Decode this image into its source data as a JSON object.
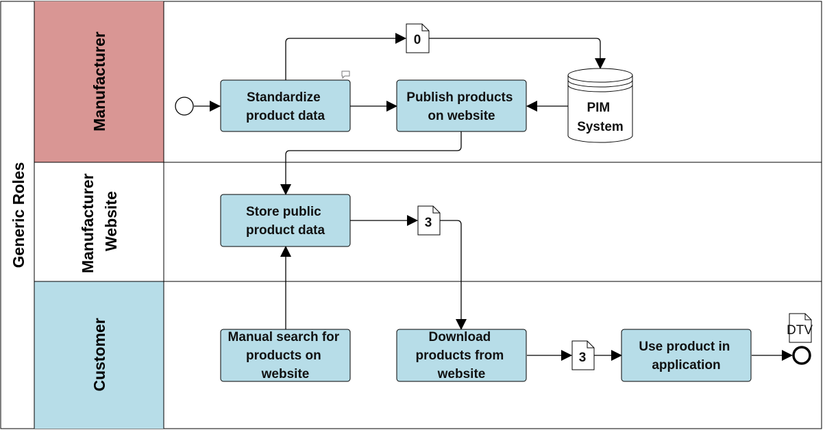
{
  "pool": {
    "label": "Generic Roles"
  },
  "lanes": [
    {
      "lines": [
        "Manufacturer"
      ],
      "color": "#d99694"
    },
    {
      "lines": [
        "Manufacturer",
        "Website"
      ],
      "color": "#ffffff"
    },
    {
      "lines": [
        "Customer"
      ],
      "color": "#b7dde8"
    }
  ],
  "tasks": {
    "standardize": [
      "Standardize",
      "product data"
    ],
    "publish": [
      "Publish products",
      "on website"
    ],
    "store": [
      "Store public",
      "product data"
    ],
    "manual": [
      "Manual search for",
      "products on",
      "website"
    ],
    "download": [
      "Download",
      "products from",
      "website"
    ],
    "use": [
      "Use product in",
      "application"
    ]
  },
  "datastore": {
    "lines": [
      "PIM",
      "System"
    ]
  },
  "data_objects": {
    "top": "0",
    "mid": "3",
    "bottom": "3",
    "end": "DTV"
  },
  "colors": {
    "task_fill": "#b7dde8",
    "line": "#000000"
  }
}
